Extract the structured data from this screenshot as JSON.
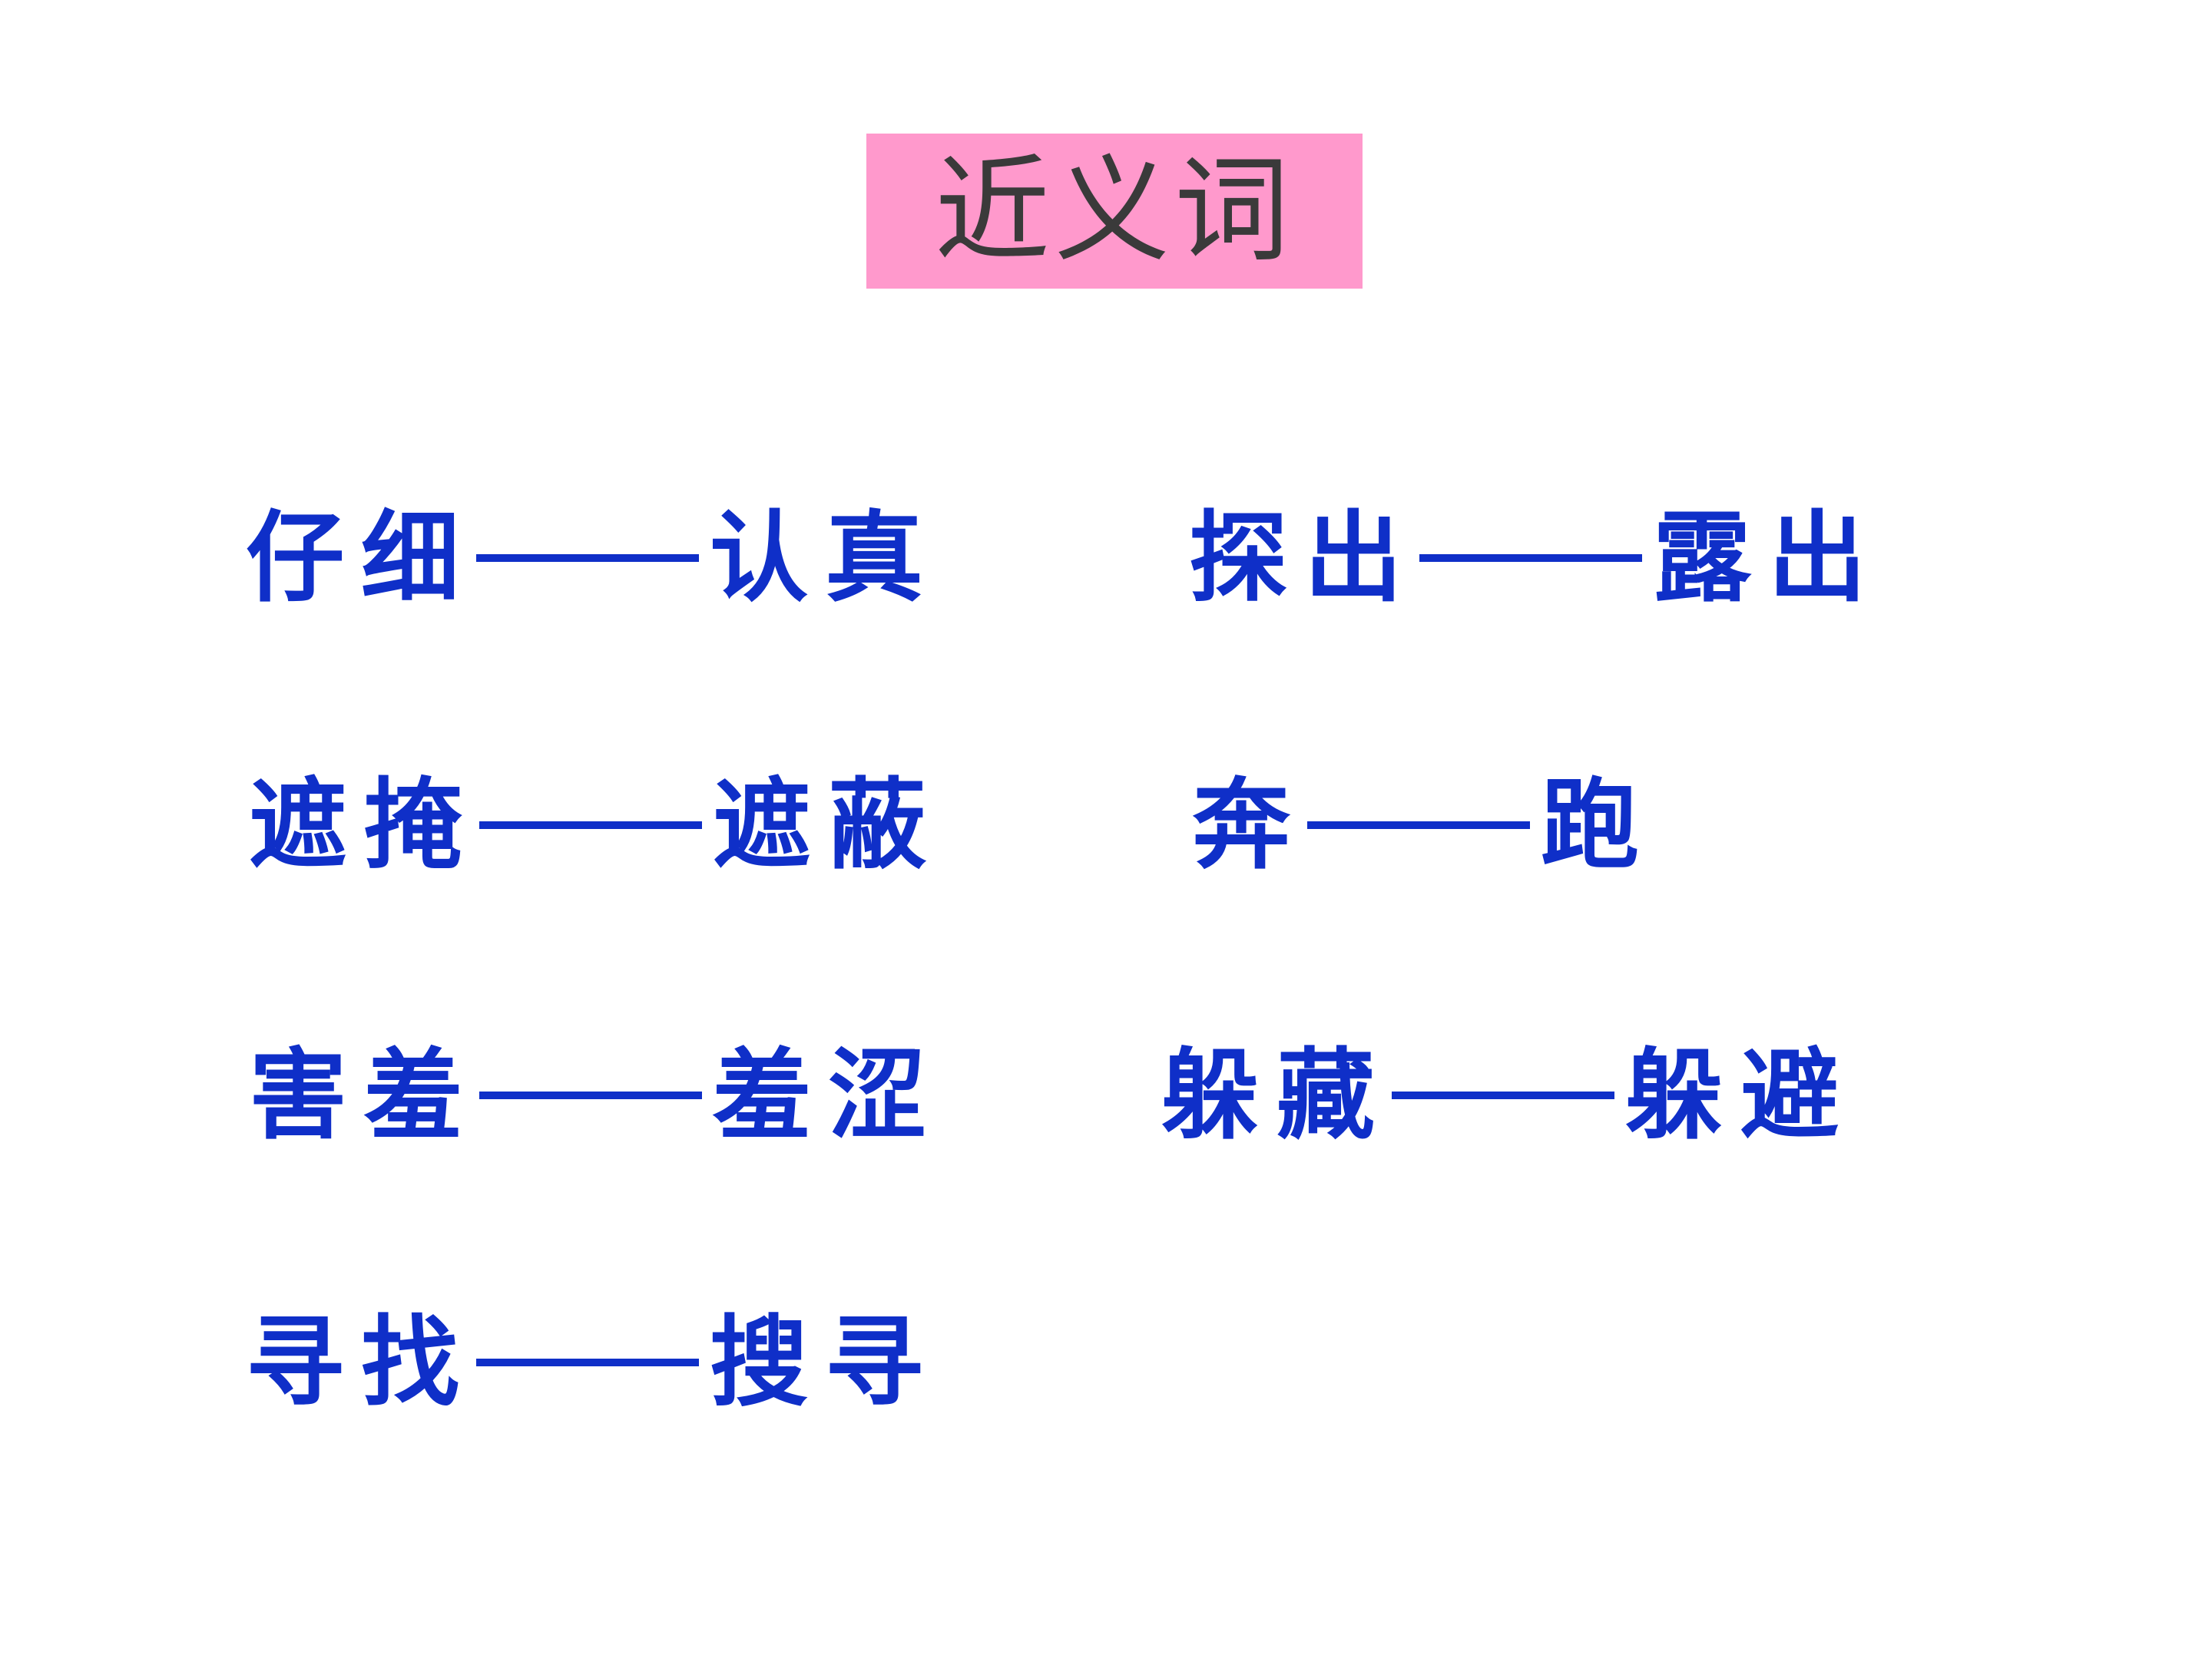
{
  "title": "近义词",
  "colors": {
    "title_background": "#ff99cc",
    "title_text": "#3a3a3a",
    "pair_text": "#0f2fc8"
  },
  "pairs": [
    {
      "left": "仔细",
      "right": "认真"
    },
    {
      "left": "探出",
      "right": "露出"
    },
    {
      "left": "遮掩",
      "right": "遮蔽"
    },
    {
      "left": "奔",
      "right": "跑"
    },
    {
      "left": "害羞",
      "right": "羞涩"
    },
    {
      "left": "躲藏",
      "right": "躲避"
    },
    {
      "left": "寻找",
      "right": "搜寻"
    }
  ]
}
